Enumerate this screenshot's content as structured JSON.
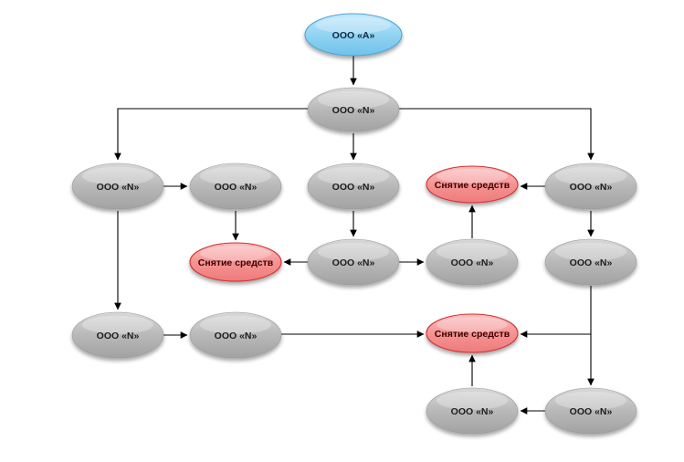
{
  "diagram": {
    "type": "flowchart",
    "nodes": [
      {
        "id": "a",
        "label": "ООО «A»",
        "style": "blue"
      },
      {
        "id": "n_top",
        "label": "ООО «N»",
        "style": "gray"
      },
      {
        "id": "n_l1",
        "label": "ООО «N»",
        "style": "gray"
      },
      {
        "id": "n_l1b",
        "label": "ООО «N»",
        "style": "gray"
      },
      {
        "id": "n_c1",
        "label": "ООО «N»",
        "style": "gray"
      },
      {
        "id": "n_r1",
        "label": "ООО «N»",
        "style": "gray"
      },
      {
        "id": "w_top",
        "label": "Снятие средств",
        "style": "red"
      },
      {
        "id": "w_mid",
        "label": "Снятие средств",
        "style": "red"
      },
      {
        "id": "n_c2",
        "label": "ООО «N»",
        "style": "gray"
      },
      {
        "id": "n_c3",
        "label": "ООО «N»",
        "style": "gray"
      },
      {
        "id": "n_r2",
        "label": "ООО «N»",
        "style": "gray"
      },
      {
        "id": "n_l2",
        "label": "ООО «N»",
        "style": "gray"
      },
      {
        "id": "n_l2b",
        "label": "ООО «N»",
        "style": "gray"
      },
      {
        "id": "w_bot",
        "label": "Снятие средств",
        "style": "red"
      },
      {
        "id": "n_b1",
        "label": "ООО «N»",
        "style": "gray"
      },
      {
        "id": "n_b2",
        "label": "ООО «N»",
        "style": "gray"
      }
    ],
    "edges": [
      {
        "from": "a",
        "to": "n_top"
      },
      {
        "from": "n_top",
        "to": "n_l1"
      },
      {
        "from": "n_top",
        "to": "n_c1"
      },
      {
        "from": "n_top",
        "to": "n_r1"
      },
      {
        "from": "n_l1",
        "to": "n_l1b"
      },
      {
        "from": "n_l1",
        "to": "n_l2"
      },
      {
        "from": "n_l1b",
        "to": "w_mid"
      },
      {
        "from": "n_c1",
        "to": "n_c2"
      },
      {
        "from": "n_c2",
        "to": "w_mid"
      },
      {
        "from": "n_c2",
        "to": "n_c3"
      },
      {
        "from": "n_c3",
        "to": "w_top"
      },
      {
        "from": "n_r1",
        "to": "w_top"
      },
      {
        "from": "n_r1",
        "to": "n_r2"
      },
      {
        "from": "n_r2",
        "to": "w_bot"
      },
      {
        "from": "n_r2",
        "to": "n_b2"
      },
      {
        "from": "n_l2",
        "to": "n_l2b"
      },
      {
        "from": "n_l2b",
        "to": "w_bot"
      },
      {
        "from": "n_b2",
        "to": "n_b1"
      },
      {
        "from": "n_b1",
        "to": "w_bot"
      }
    ],
    "colors": {
      "gray_fill": "#b4b4b4",
      "red_fill": "#f58f8f",
      "red_stroke": "#d23232",
      "blue_fill": "#8fd0ef",
      "blue_stroke": "#4ea6d6",
      "edge": "#000000"
    }
  }
}
